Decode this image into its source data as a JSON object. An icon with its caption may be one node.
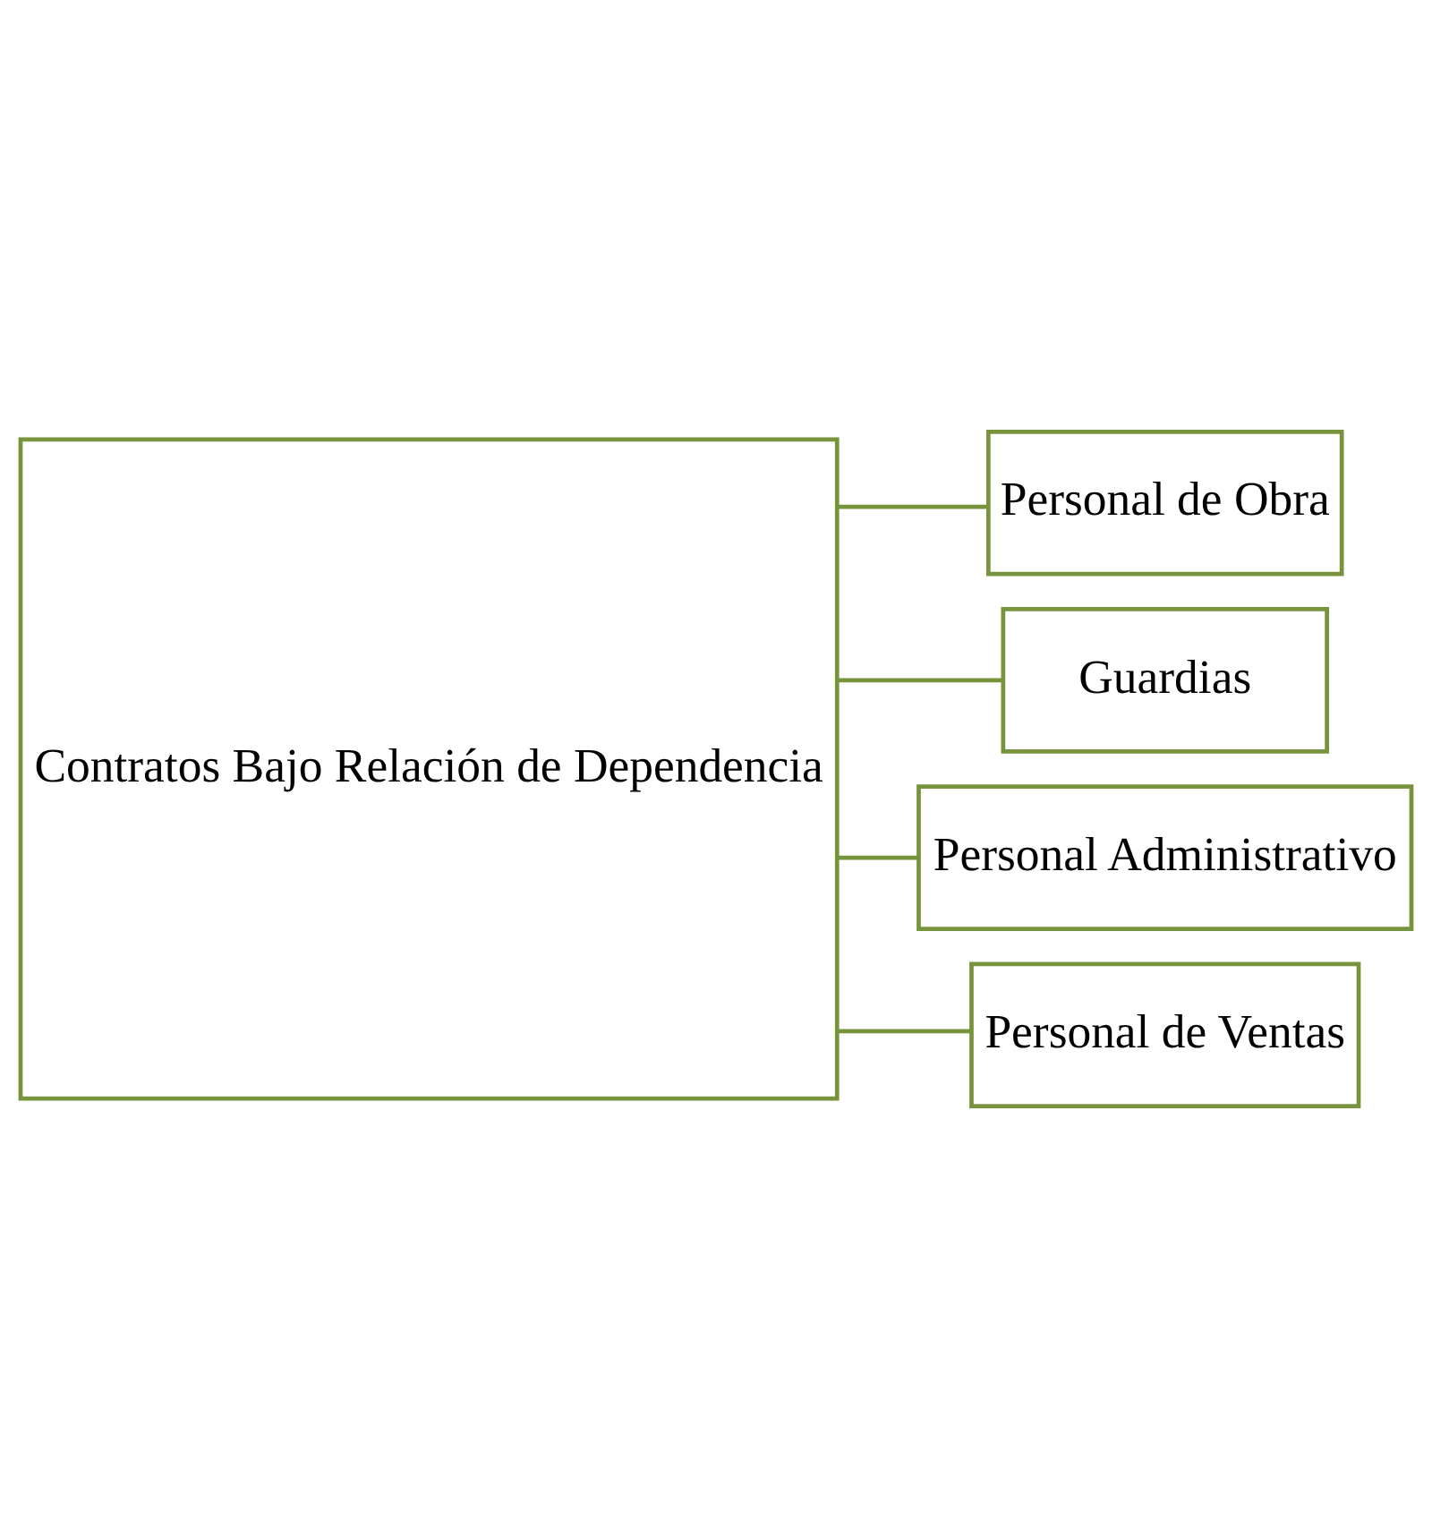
{
  "diagram": {
    "nodes": [
      {
        "text": [
          "Contratos Bajo Relación de Dependencia"
        ]
      },
      {
        "text": [
          "Personal de Obra"
        ]
      },
      {
        "text": [
          "Guardias"
        ]
      },
      {
        "text": [
          "Personal Administrativo"
        ]
      },
      {
        "text": [
          "Personal de Ventas"
        ]
      }
    ],
    "edges": [
      {
        "from": 0,
        "to": 1,
        "arrow": "none"
      },
      {
        "from": 0,
        "to": 2,
        "arrow": "none"
      },
      {
        "from": 0,
        "to": 3,
        "arrow": "none"
      },
      {
        "from": 0,
        "to": 4,
        "arrow": "none"
      }
    ]
  }
}
